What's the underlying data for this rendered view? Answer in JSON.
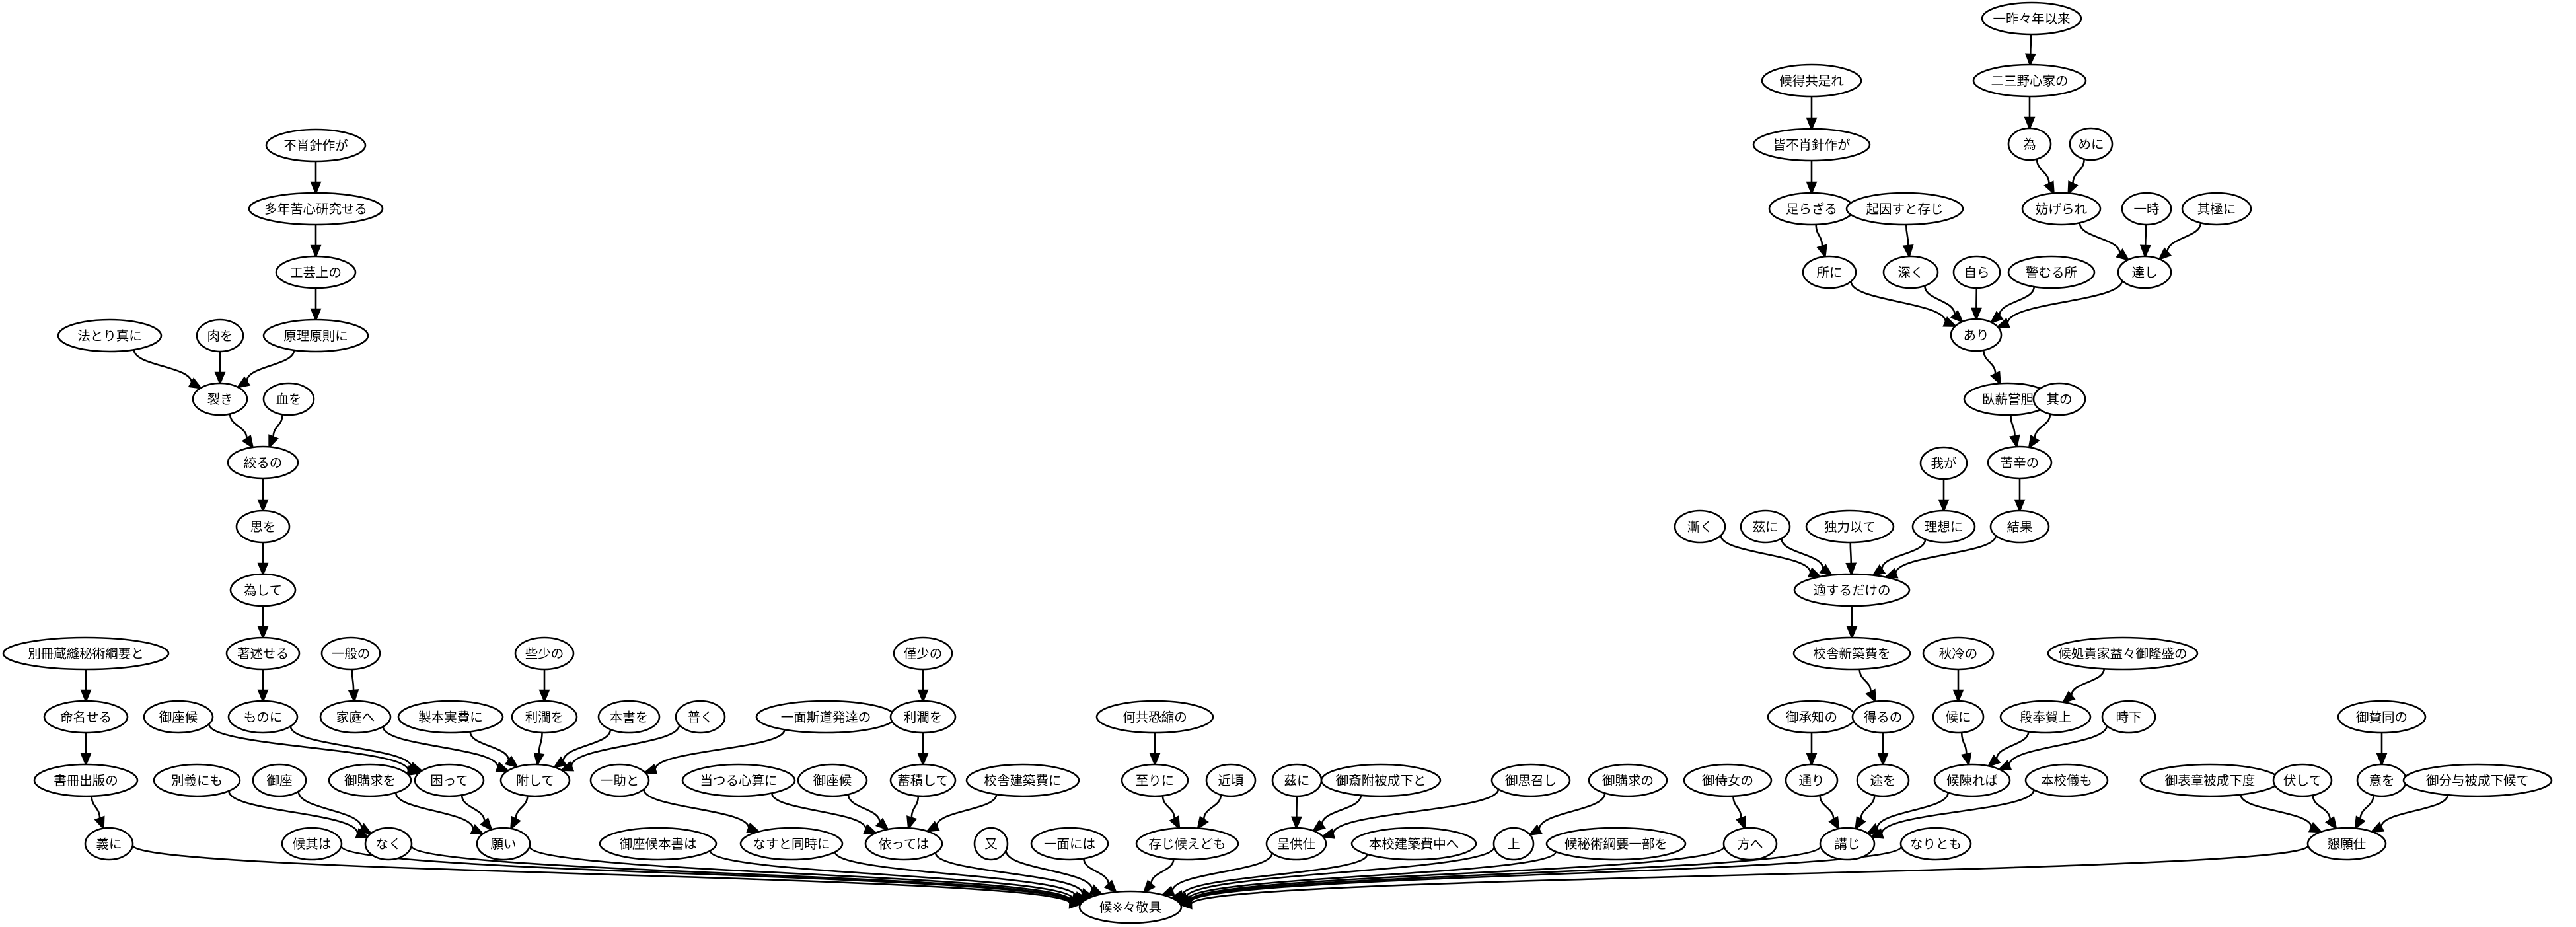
{
  "diagram": {
    "nodes": [
      {
        "id": "n0",
        "label": "一昨々年以来"
      },
      {
        "id": "n1",
        "label": "二三野心家の"
      },
      {
        "id": "n2",
        "label": "候得共是れ"
      },
      {
        "id": "n3",
        "label": "皆不肖針作が"
      },
      {
        "id": "n4",
        "label": "為"
      },
      {
        "id": "n5",
        "label": "めに"
      },
      {
        "id": "n6",
        "label": "足らざる"
      },
      {
        "id": "n7",
        "label": "起因すと存じ"
      },
      {
        "id": "n8",
        "label": "妨げられ"
      },
      {
        "id": "n9",
        "label": "一時"
      },
      {
        "id": "n10",
        "label": "其極に"
      },
      {
        "id": "n11",
        "label": "所に"
      },
      {
        "id": "n12",
        "label": "深く"
      },
      {
        "id": "n13",
        "label": "自ら"
      },
      {
        "id": "n14",
        "label": "警むる所"
      },
      {
        "id": "n15",
        "label": "達し"
      },
      {
        "id": "n16",
        "label": "あり"
      },
      {
        "id": "n17",
        "label": "臥薪嘗胆"
      },
      {
        "id": "n18",
        "label": "其の"
      },
      {
        "id": "n19",
        "label": "我が"
      },
      {
        "id": "n20",
        "label": "苦辛の"
      },
      {
        "id": "n21",
        "label": "漸く"
      },
      {
        "id": "n22",
        "label": "茲に"
      },
      {
        "id": "n23",
        "label": "独力以て"
      },
      {
        "id": "n24",
        "label": "理想に"
      },
      {
        "id": "n25",
        "label": "結果"
      },
      {
        "id": "n26",
        "label": "適するだけの"
      },
      {
        "id": "n27",
        "label": "校舎新築費を"
      },
      {
        "id": "n28",
        "label": "秋冷の"
      },
      {
        "id": "n29",
        "label": "候処貴家益々御隆盛の"
      },
      {
        "id": "n30",
        "label": "御承知の"
      },
      {
        "id": "n31",
        "label": "得るの"
      },
      {
        "id": "n32",
        "label": "候に"
      },
      {
        "id": "n33",
        "label": "段奉賀上"
      },
      {
        "id": "n34",
        "label": "時下"
      },
      {
        "id": "n35",
        "label": "御賛同の"
      },
      {
        "id": "n36",
        "label": "御侍女の"
      },
      {
        "id": "n37",
        "label": "通り"
      },
      {
        "id": "n38",
        "label": "途を"
      },
      {
        "id": "n39",
        "label": "候陳れば"
      },
      {
        "id": "n40",
        "label": "本校儀も"
      },
      {
        "id": "n41",
        "label": "御表章被成下度"
      },
      {
        "id": "n42",
        "label": "伏して"
      },
      {
        "id": "n43",
        "label": "意を"
      },
      {
        "id": "n44",
        "label": "御分与被成下候て"
      },
      {
        "id": "n45",
        "label": "方へ"
      },
      {
        "id": "n46",
        "label": "講じ"
      },
      {
        "id": "n47",
        "label": "なりとも"
      },
      {
        "id": "n48",
        "label": "懇願仕"
      },
      {
        "id": "n49",
        "label": "不肖針作が"
      },
      {
        "id": "n50",
        "label": "多年苦心研究せる"
      },
      {
        "id": "n51",
        "label": "工芸上の"
      },
      {
        "id": "n52",
        "label": "法とり真に"
      },
      {
        "id": "n53",
        "label": "肉を"
      },
      {
        "id": "n54",
        "label": "原理原則に"
      },
      {
        "id": "n55",
        "label": "裂き"
      },
      {
        "id": "n56",
        "label": "血を"
      },
      {
        "id": "n57",
        "label": "絞るの"
      },
      {
        "id": "n58",
        "label": "思を"
      },
      {
        "id": "n59",
        "label": "為して"
      },
      {
        "id": "n60",
        "label": "別冊蔵縫秘術綱要と"
      },
      {
        "id": "n61",
        "label": "著述せる"
      },
      {
        "id": "n62",
        "label": "一般の"
      },
      {
        "id": "n63",
        "label": "些少の"
      },
      {
        "id": "n64",
        "label": "僅少の"
      },
      {
        "id": "n65",
        "label": "命名せる"
      },
      {
        "id": "n66",
        "label": "御座候"
      },
      {
        "id": "n67",
        "label": "ものに"
      },
      {
        "id": "n68",
        "label": "家庭へ"
      },
      {
        "id": "n69",
        "label": "製本実費に"
      },
      {
        "id": "n70",
        "label": "利潤を"
      },
      {
        "id": "n71",
        "label": "本書を"
      },
      {
        "id": "n72",
        "label": "普く"
      },
      {
        "id": "n73",
        "label": "一面斯道発達の"
      },
      {
        "id": "n74",
        "label": "利潤を"
      },
      {
        "id": "n75",
        "label": "何共恐縮の"
      },
      {
        "id": "n76",
        "label": "書冊出版の"
      },
      {
        "id": "n77",
        "label": "別義にも"
      },
      {
        "id": "n78",
        "label": "御座"
      },
      {
        "id": "n79",
        "label": "御購求を"
      },
      {
        "id": "n80",
        "label": "困って"
      },
      {
        "id": "n81",
        "label": "附して"
      },
      {
        "id": "n82",
        "label": "一助と"
      },
      {
        "id": "n83",
        "label": "当つる心算に"
      },
      {
        "id": "n84",
        "label": "御座候"
      },
      {
        "id": "n85",
        "label": "蓄積して"
      },
      {
        "id": "n86",
        "label": "校舎建築費に"
      },
      {
        "id": "n87",
        "label": "至りに"
      },
      {
        "id": "n88",
        "label": "近頃"
      },
      {
        "id": "n89",
        "label": "茲に"
      },
      {
        "id": "n90",
        "label": "御斎附被成下と"
      },
      {
        "id": "n91",
        "label": "御思召し"
      },
      {
        "id": "n92",
        "label": "御購求の"
      },
      {
        "id": "n93",
        "label": "義に"
      },
      {
        "id": "n94",
        "label": "候其は"
      },
      {
        "id": "n95",
        "label": "なく"
      },
      {
        "id": "n96",
        "label": "願い"
      },
      {
        "id": "n97",
        "label": "御座候本書は"
      },
      {
        "id": "n98",
        "label": "なすと同時に"
      },
      {
        "id": "n99",
        "label": "依っては"
      },
      {
        "id": "n100",
        "label": "又"
      },
      {
        "id": "n101",
        "label": "一面には"
      },
      {
        "id": "n102",
        "label": "存じ候えども"
      },
      {
        "id": "n103",
        "label": "呈供仕"
      },
      {
        "id": "n104",
        "label": "本校建築費中へ"
      },
      {
        "id": "n105",
        "label": "上"
      },
      {
        "id": "n106",
        "label": "候秘術綱要一部を"
      },
      {
        "id": "n107",
        "label": "候※々敬具"
      }
    ],
    "edges": [
      [
        "n0",
        "n1"
      ],
      [
        "n2",
        "n3"
      ],
      [
        "n1",
        "n4"
      ],
      [
        "n3",
        "n6"
      ],
      [
        "n4",
        "n8"
      ],
      [
        "n5",
        "n8"
      ],
      [
        "n6",
        "n11"
      ],
      [
        "n7",
        "n12"
      ],
      [
        "n8",
        "n15"
      ],
      [
        "n9",
        "n15"
      ],
      [
        "n10",
        "n15"
      ],
      [
        "n11",
        "n16"
      ],
      [
        "n12",
        "n16"
      ],
      [
        "n13",
        "n16"
      ],
      [
        "n14",
        "n16"
      ],
      [
        "n15",
        "n16"
      ],
      [
        "n16",
        "n17"
      ],
      [
        "n17",
        "n20"
      ],
      [
        "n18",
        "n20"
      ],
      [
        "n19",
        "n24"
      ],
      [
        "n20",
        "n25"
      ],
      [
        "n21",
        "n26"
      ],
      [
        "n22",
        "n26"
      ],
      [
        "n23",
        "n26"
      ],
      [
        "n24",
        "n26"
      ],
      [
        "n25",
        "n26"
      ],
      [
        "n26",
        "n27"
      ],
      [
        "n27",
        "n31"
      ],
      [
        "n28",
        "n32"
      ],
      [
        "n29",
        "n33"
      ],
      [
        "n30",
        "n37"
      ],
      [
        "n31",
        "n38"
      ],
      [
        "n32",
        "n39"
      ],
      [
        "n33",
        "n39"
      ],
      [
        "n34",
        "n39"
      ],
      [
        "n35",
        "n43"
      ],
      [
        "n36",
        "n45"
      ],
      [
        "n37",
        "n46"
      ],
      [
        "n38",
        "n46"
      ],
      [
        "n39",
        "n46"
      ],
      [
        "n40",
        "n46"
      ],
      [
        "n41",
        "n48"
      ],
      [
        "n42",
        "n48"
      ],
      [
        "n43",
        "n48"
      ],
      [
        "n44",
        "n48"
      ],
      [
        "n49",
        "n50"
      ],
      [
        "n50",
        "n51"
      ],
      [
        "n51",
        "n54"
      ],
      [
        "n52",
        "n55"
      ],
      [
        "n53",
        "n55"
      ],
      [
        "n54",
        "n55"
      ],
      [
        "n55",
        "n57"
      ],
      [
        "n56",
        "n57"
      ],
      [
        "n57",
        "n58"
      ],
      [
        "n58",
        "n59"
      ],
      [
        "n59",
        "n61"
      ],
      [
        "n60",
        "n65"
      ],
      [
        "n61",
        "n67"
      ],
      [
        "n62",
        "n68"
      ],
      [
        "n63",
        "n70"
      ],
      [
        "n64",
        "n74"
      ],
      [
        "n65",
        "n76"
      ],
      [
        "n66",
        "n80"
      ],
      [
        "n67",
        "n80"
      ],
      [
        "n68",
        "n81"
      ],
      [
        "n69",
        "n81"
      ],
      [
        "n70",
        "n81"
      ],
      [
        "n71",
        "n81"
      ],
      [
        "n72",
        "n81"
      ],
      [
        "n73",
        "n82"
      ],
      [
        "n74",
        "n85"
      ],
      [
        "n75",
        "n87"
      ],
      [
        "n76",
        "n93"
      ],
      [
        "n77",
        "n95"
      ],
      [
        "n78",
        "n95"
      ],
      [
        "n79",
        "n96"
      ],
      [
        "n80",
        "n96"
      ],
      [
        "n81",
        "n96"
      ],
      [
        "n82",
        "n98"
      ],
      [
        "n83",
        "n99"
      ],
      [
        "n84",
        "n99"
      ],
      [
        "n85",
        "n99"
      ],
      [
        "n86",
        "n99"
      ],
      [
        "n87",
        "n102"
      ],
      [
        "n88",
        "n102"
      ],
      [
        "n89",
        "n103"
      ],
      [
        "n90",
        "n103"
      ],
      [
        "n91",
        "n103"
      ],
      [
        "n92",
        "n105"
      ],
      [
        "n93",
        "n107"
      ],
      [
        "n94",
        "n107"
      ],
      [
        "n95",
        "n107"
      ],
      [
        "n96",
        "n107"
      ],
      [
        "n97",
        "n107"
      ],
      [
        "n98",
        "n107"
      ],
      [
        "n99",
        "n107"
      ],
      [
        "n100",
        "n107"
      ],
      [
        "n101",
        "n107"
      ],
      [
        "n102",
        "n107"
      ],
      [
        "n103",
        "n107"
      ],
      [
        "n104",
        "n107"
      ],
      [
        "n105",
        "n107"
      ],
      [
        "n106",
        "n107"
      ],
      [
        "n45",
        "n107"
      ],
      [
        "n46",
        "n107"
      ],
      [
        "n47",
        "n107"
      ],
      [
        "n48",
        "n107"
      ]
    ]
  }
}
